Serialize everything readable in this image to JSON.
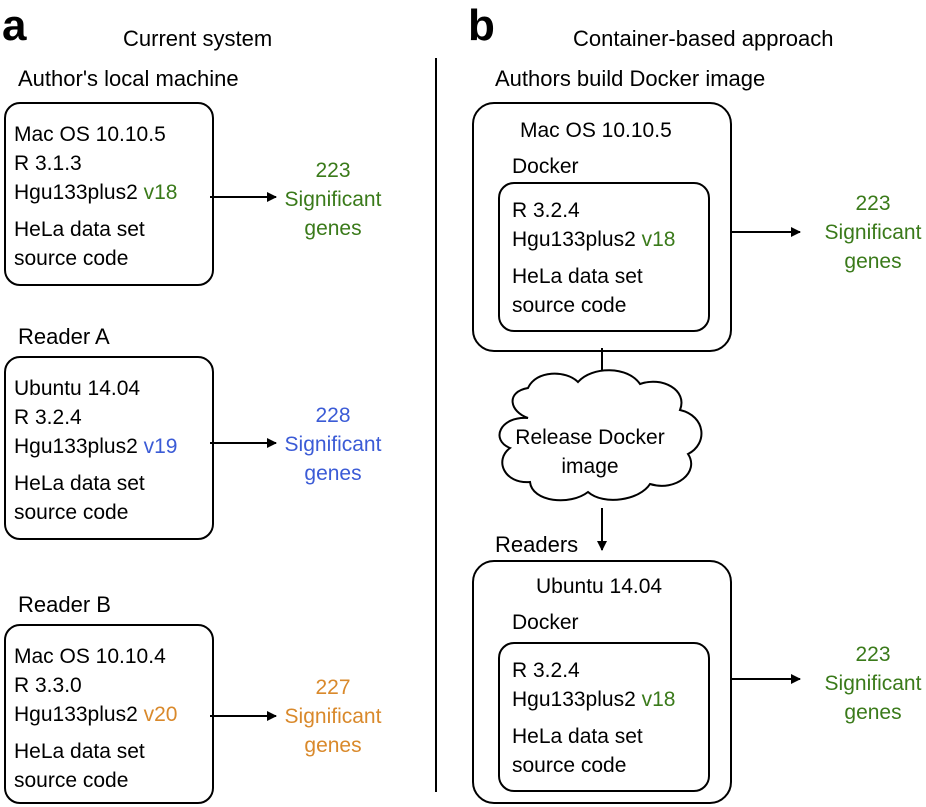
{
  "colors": {
    "green": "#3a7a1a",
    "blue": "#3b5bd6",
    "orange": "#d9892b"
  },
  "panel_a": {
    "letter": "a",
    "title": "Current system",
    "author": {
      "label": "Author's local machine",
      "os": "Mac OS 10.10.5",
      "r": "R 3.1.3",
      "pkg": "Hgu133plus2",
      "ver": "v18",
      "data1": "HeLa data set",
      "data2": "source code",
      "result": {
        "count": "223",
        "line1": "Significant",
        "line2": "genes"
      }
    },
    "reader_a": {
      "label": "Reader A",
      "os": "Ubuntu 14.04",
      "r": "R 3.2.4",
      "pkg": "Hgu133plus2",
      "ver": "v19",
      "data1": "HeLa data set",
      "data2": "source code",
      "result": {
        "count": "228",
        "line1": "Significant",
        "line2": "genes"
      }
    },
    "reader_b": {
      "label": "Reader B",
      "os": "Mac OS 10.10.4",
      "r": "R 3.3.0",
      "pkg": "Hgu133plus2",
      "ver": "v20",
      "data1": "HeLa data set",
      "data2": "source code",
      "result": {
        "count": "227",
        "line1": "Significant",
        "line2": "genes"
      }
    }
  },
  "panel_b": {
    "letter": "b",
    "title": "Container-based approach",
    "authors": {
      "label": "Authors build Docker image",
      "os": "Mac OS 10.10.5",
      "docker": "Docker",
      "r": "R 3.2.4",
      "pkg": "Hgu133plus2",
      "ver": "v18",
      "data1": "HeLa data set",
      "data2": "source code",
      "result": {
        "count": "223",
        "line1": "Significant",
        "line2": "genes"
      }
    },
    "release": {
      "line1": "Release Docker",
      "line2": "image"
    },
    "readers": {
      "label": "Readers",
      "os": "Ubuntu 14.04",
      "docker": "Docker",
      "r": "R 3.2.4",
      "pkg": "Hgu133plus2",
      "ver": "v18",
      "data1": "HeLa data set",
      "data2": "source code",
      "result": {
        "count": "223",
        "line1": "Significant",
        "line2": "genes"
      }
    }
  }
}
